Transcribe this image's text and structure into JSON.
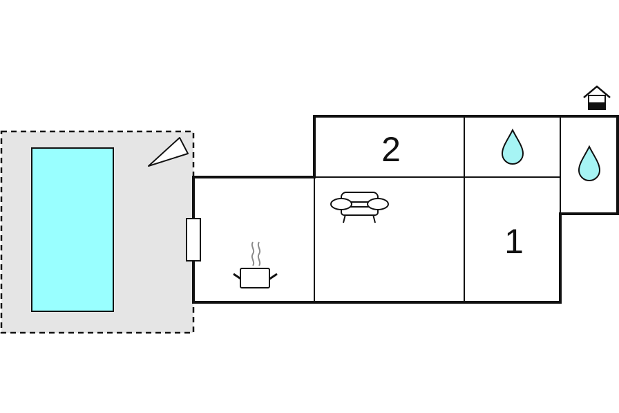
{
  "plan": {
    "colors": {
      "wall": "#111111",
      "terrace": "#e5e5e5",
      "pool": "#99ffff",
      "water": "#a6f4f4",
      "background": "#ffffff"
    },
    "rooms": {
      "bedroom_top_label": "2",
      "bedroom_right_label": "1"
    },
    "icons": [
      "pool",
      "parasol-icon",
      "door-icon",
      "cooking-pot-icon",
      "sofa-icon",
      "water-drop-icon",
      "water-drop-icon",
      "house-icon"
    ]
  }
}
